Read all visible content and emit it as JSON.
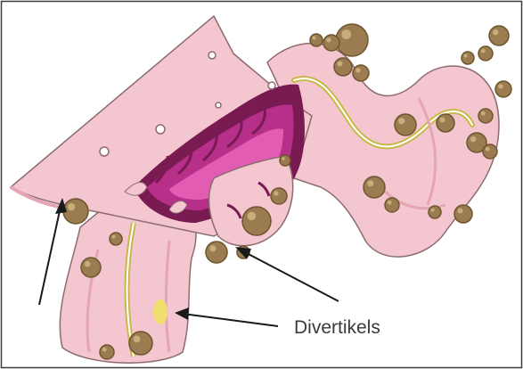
{
  "diagram": {
    "label": "Divertikels",
    "colors": {
      "tissue": "#f4c6cf",
      "tissue_dark": "#e6a5b3",
      "tissue_outline": "#8c6c70",
      "lumen_dark": "#7a1a52",
      "lumen_mid": "#b6308a",
      "lumen_light": "#e35cb3",
      "nodule": "#9a7c50",
      "nodule_dark": "#6e5530",
      "fat": "#f0df6e",
      "vessel": "#c8b84a",
      "arrow": "#1a1a1a",
      "frame": "#3d3d3d"
    },
    "icons": [
      "diverticulum-pouch",
      "fat-nodule",
      "colon-segment"
    ]
  }
}
